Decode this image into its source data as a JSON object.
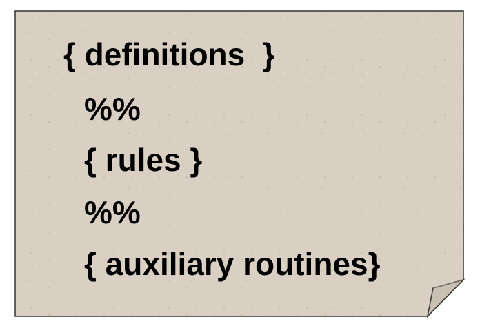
{
  "note": {
    "paper_color": "#d9cfc3",
    "curl_color": "#c9c0b4",
    "border_color": "#333333",
    "lines": [
      "{ definitions  }",
      "%%",
      "{ rules }",
      "%%",
      "{ auxiliary routines}"
    ]
  }
}
